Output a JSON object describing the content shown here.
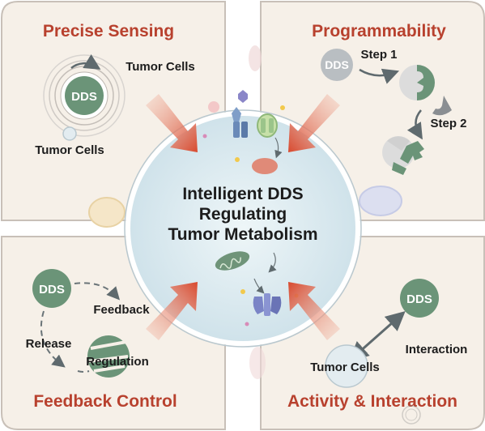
{
  "center": {
    "line1": "Intelligent DDS",
    "line2": "Regulating",
    "line3": "Tumor Metabolism"
  },
  "panels": {
    "precise_sensing": {
      "title": "Precise Sensing",
      "dds": "DDS",
      "tumor_cells_top": "Tumor Cells",
      "tumor_cells_bottom": "Tumor Cells"
    },
    "programmability": {
      "title": "Programmability",
      "dds": "DDS",
      "step1": "Step 1",
      "step2": "Step 2"
    },
    "feedback_control": {
      "title": "Feedback Control",
      "dds": "DDS",
      "feedback": "Feedback",
      "release": "Release",
      "regulation": "Regulation"
    },
    "activity_interaction": {
      "title": "Activity & Interaction",
      "dds": "DDS",
      "interaction": "Interaction",
      "tumor_cells": "Tumor Cells"
    }
  },
  "colors": {
    "panel_fill": "#f6f0e8",
    "panel_stroke": "#c8c0b8",
    "title_red": "#b8412e",
    "dds_green": "#6b9478",
    "arrow_red": "#d8492e",
    "center_fill": "#dbeaf0",
    "text_dark": "#1c1c1c"
  }
}
